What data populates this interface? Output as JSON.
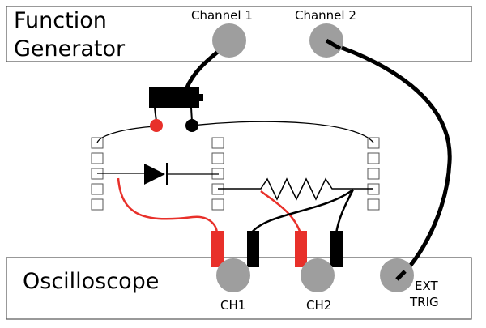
{
  "function_generator": {
    "title_line1": "Function",
    "title_line2": "Generator",
    "channel1_label": "Channel 1",
    "channel2_label": "Channel 2"
  },
  "oscilloscope": {
    "title": "Oscilloscope",
    "ch1_label": "CH1",
    "ch2_label": "CH2",
    "ext_trig_line1": "EXT",
    "ext_trig_line2": "TRIG"
  },
  "colors": {
    "jack": "#9e9e9e",
    "cable": "#000000",
    "red_lead": "#e8302a",
    "outline": "#555555"
  }
}
